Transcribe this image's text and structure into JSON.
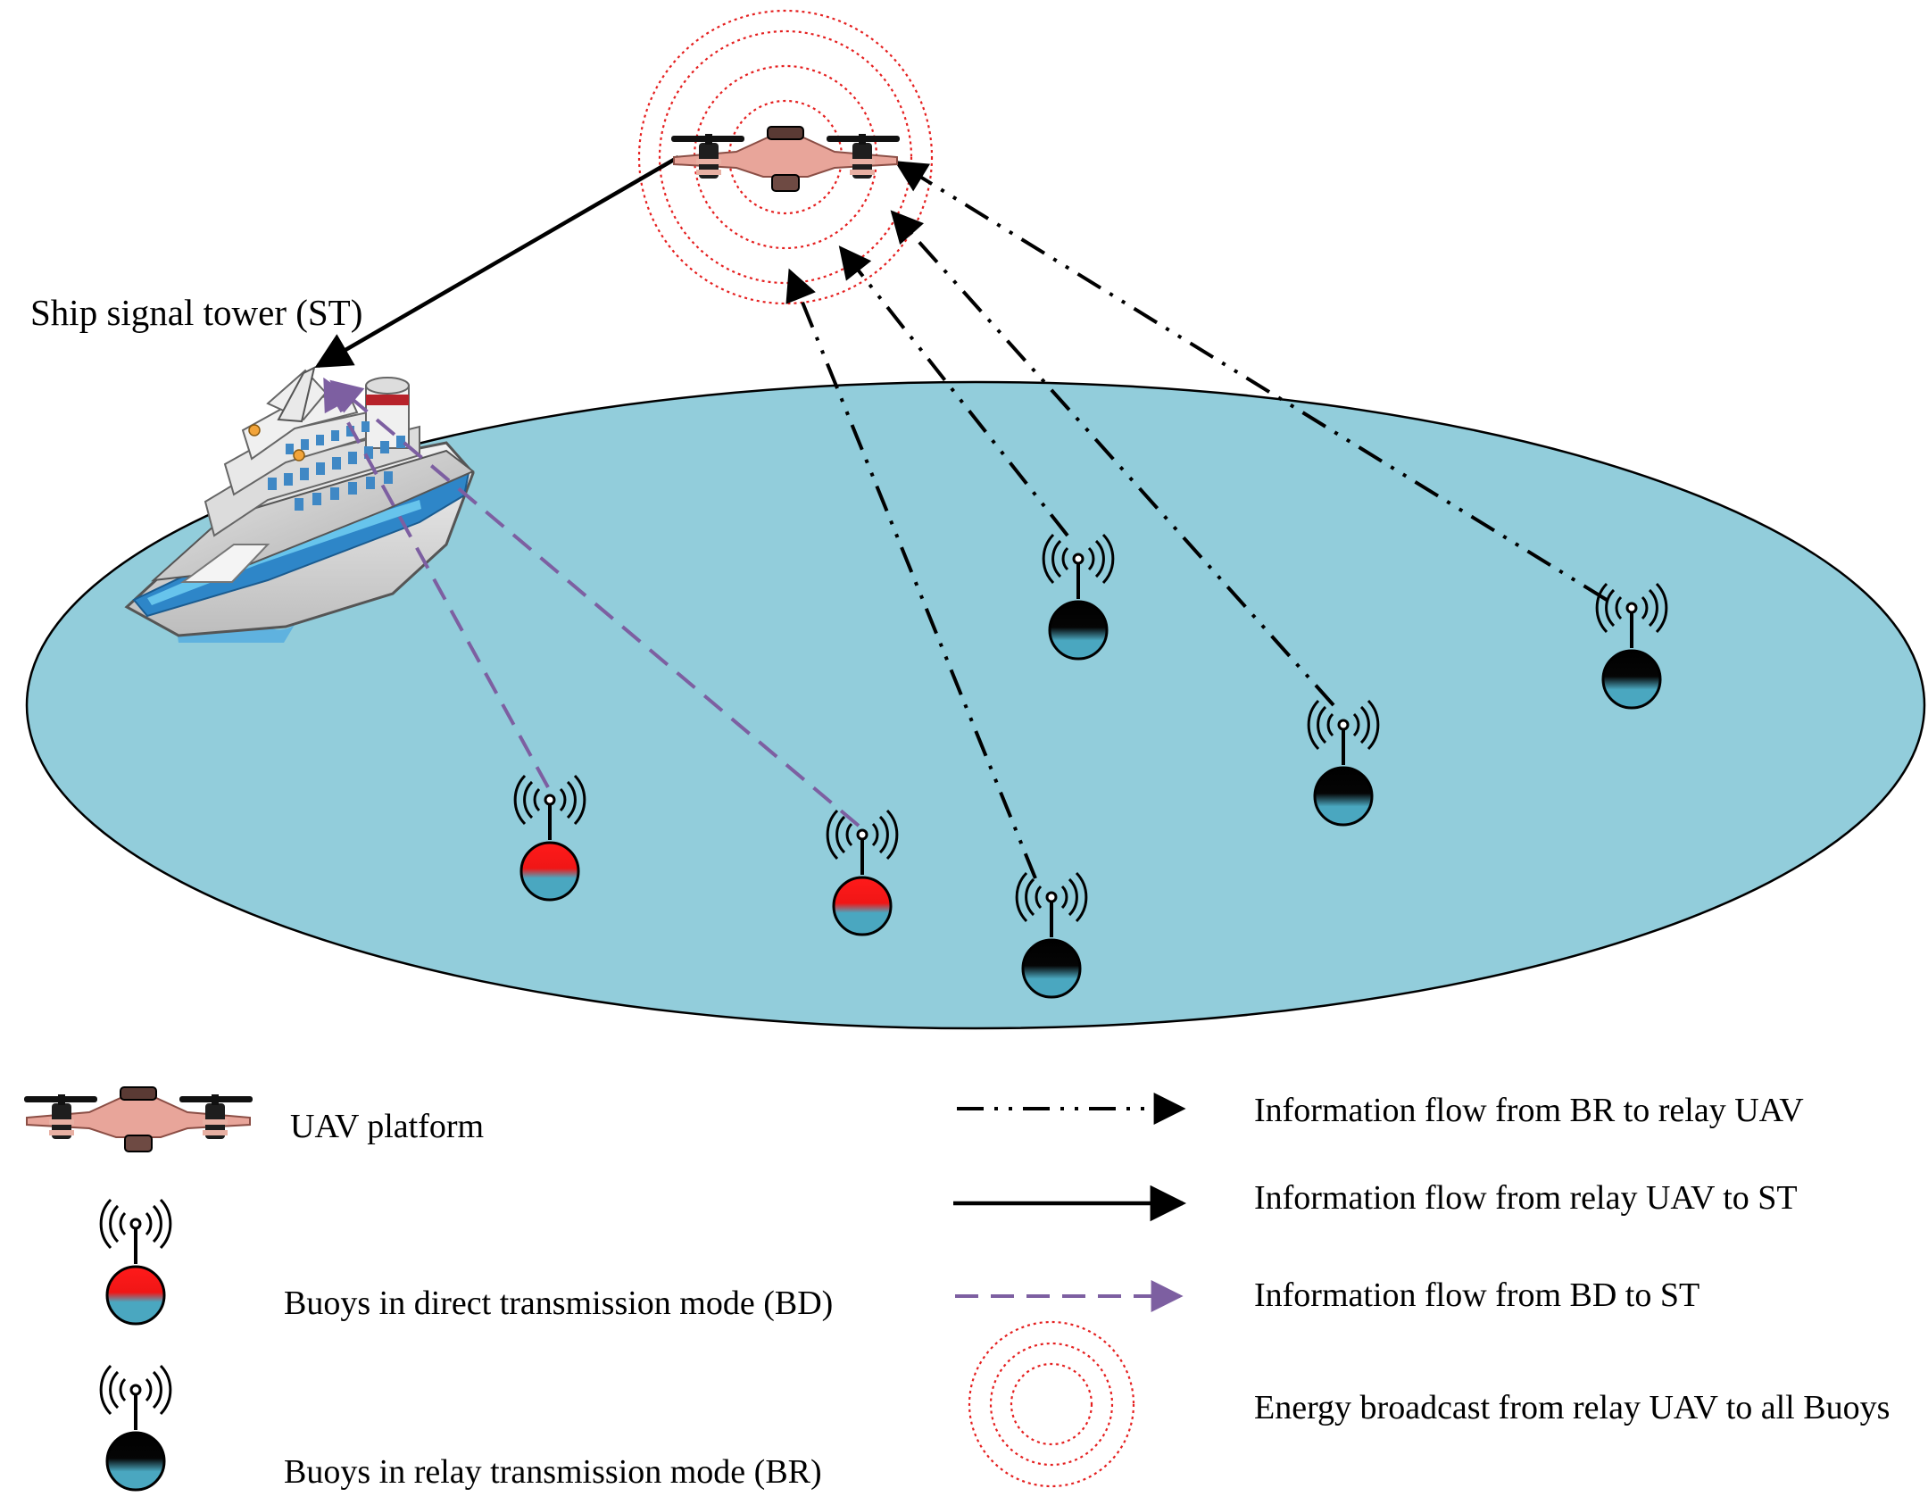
{
  "diagram": {
    "ship_label": "Ship signal tower (ST)",
    "legend": {
      "uav": "UAV platform",
      "bd": "Buoys in direct transmission mode (BD)",
      "br": "Buoys in relay transmission mode (BR)",
      "flow_br_uav": "Information flow from BR to relay UAV",
      "flow_uav_st": "Information flow from relay UAV to ST",
      "flow_bd_st": "Information flow from BD to ST",
      "energy": "Energy broadcast from relay UAV to all Buoys"
    },
    "colors": {
      "sea": "#92cddb",
      "buoy_bd": "#ff1a1a",
      "buoy_br": "#000000",
      "buoy_water": "#4aa7c0",
      "bd_flow": "#7d5fa1",
      "energy_rings": "#e52020",
      "uav_body": "#e8a59a"
    },
    "icons": [
      "uav-icon",
      "ship-icon",
      "buoy-icon",
      "antenna-signal-icon"
    ]
  }
}
